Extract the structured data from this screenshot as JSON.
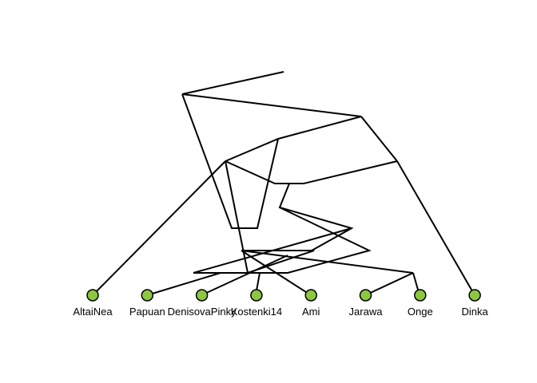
{
  "graph": {
    "node_color": "#8dc63f",
    "edge_color": "#000000",
    "leaves": [
      {
        "id": "altainea",
        "label": "AltaiNea"
      },
      {
        "id": "papuan",
        "label": "Papuan"
      },
      {
        "id": "denisovapinky",
        "label": "DenisovaPinky"
      },
      {
        "id": "kostenki14",
        "label": "Kostenki14"
      },
      {
        "id": "ami",
        "label": "Ami"
      },
      {
        "id": "jarawa",
        "label": "Jarawa"
      },
      {
        "id": "onge",
        "label": "Onge"
      },
      {
        "id": "dinka",
        "label": "Dinka"
      }
    ]
  }
}
